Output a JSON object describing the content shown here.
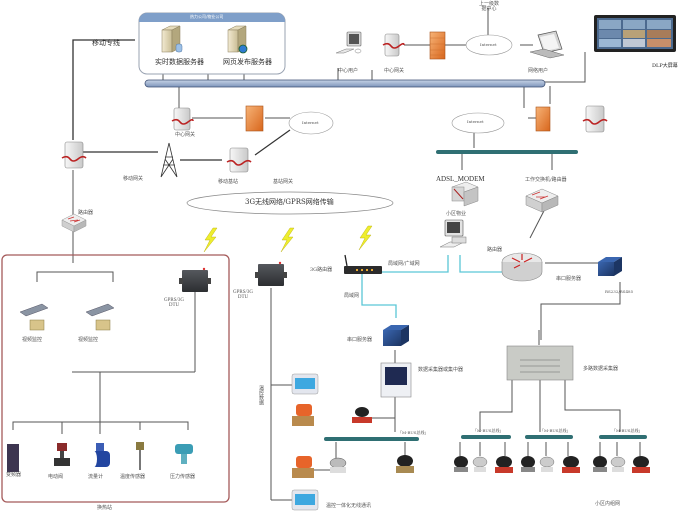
{
  "title": "热力公司网络系统拓扑图",
  "center": {
    "group_title": "热力公司/物业公司",
    "realtime_server": "实时数据服务器",
    "web_server": "网页发布服务器",
    "center_user": "中心用户",
    "center_gateway": "中心网关",
    "upper_datacenter": "上一级数据中心",
    "internet_top": "Internet",
    "network_user": "网络用户",
    "dlp_screen": "DLP大屏幕"
  },
  "left_top": {
    "mobile_line": "移动专线",
    "center_gateway2": "中心网关",
    "internet_mid": "Internet",
    "mobile_gateway": "移动网关",
    "mobile_base": "移动基站",
    "base_gateway": "基站网关",
    "router": "路由器"
  },
  "right_top": {
    "internet_right": "Internet",
    "adsl_modem": "ADSL_MODEM",
    "work_switch": "工作交换机/路由器",
    "community_property": "小区物业",
    "router2": "路由器",
    "serial_server": "串口服务器",
    "serial_port_tag": "RS232/RS485"
  },
  "wireless": {
    "network_label": "3G无线网络/GPRS网络传输",
    "router_3g": "3G路由器",
    "lan_wan": "局域网/广域网",
    "lan": "局域网"
  },
  "exchange_station": {
    "title": "换热站",
    "video1": "视频监控",
    "video2": "视频监控",
    "dtu1": "GPRS/3G DTU",
    "devices": [
      "变频器",
      "电动阀",
      "流量计",
      "温度传感器",
      "压力传感器"
    ]
  },
  "middle": {
    "dtu2": "GPRS/3G DTU",
    "temp_data": "温控数据",
    "serial_server2": "串口服务器",
    "collector": "数据采集器或集中器",
    "mbus_1": "「M-BUS总线」",
    "temp_wireless": "温控一体化无线通讯"
  },
  "right_bottom": {
    "multi_collector": "多路数据采集器",
    "mbus_a": "「M-BUS总线」",
    "mbus_b": "「M-BUS总线」",
    "mbus_c": "「M-BUS总线」",
    "community_network": "小区内组网"
  },
  "colors": {
    "bus_blue": "#8fa6c8",
    "bus_teal": "#2f6f73",
    "lan_cyan": "#5bc6d6",
    "station_border": "#a55a5a",
    "firewall": "#e98a3c",
    "lightning": "#e8e82a"
  }
}
